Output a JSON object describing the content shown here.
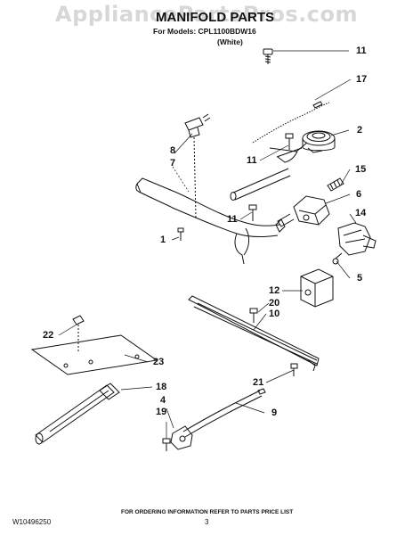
{
  "watermark": "AppliancePartsPros.com",
  "header": {
    "title": "MANIFOLD PARTS",
    "models_line": "For Models: CPL1100BDW16",
    "color_line": "(White)"
  },
  "callouts": {
    "n11a": "11",
    "n17": "17",
    "n2": "2",
    "n8": "8",
    "n7": "7",
    "n11b": "11",
    "n15": "15",
    "n6": "6",
    "n11c": "11",
    "n14": "14",
    "n1": "1",
    "n5": "5",
    "n12": "12",
    "n20": "20",
    "n10": "10",
    "n22": "22",
    "n23": "23",
    "n21": "21",
    "n18": "18",
    "n4": "4",
    "n19": "19",
    "n9": "9"
  },
  "footer": {
    "ordering_note": "FOR ORDERING INFORMATION REFER TO PARTS PRICE LIST",
    "doc_number": "W10496250",
    "page_number": "3"
  }
}
